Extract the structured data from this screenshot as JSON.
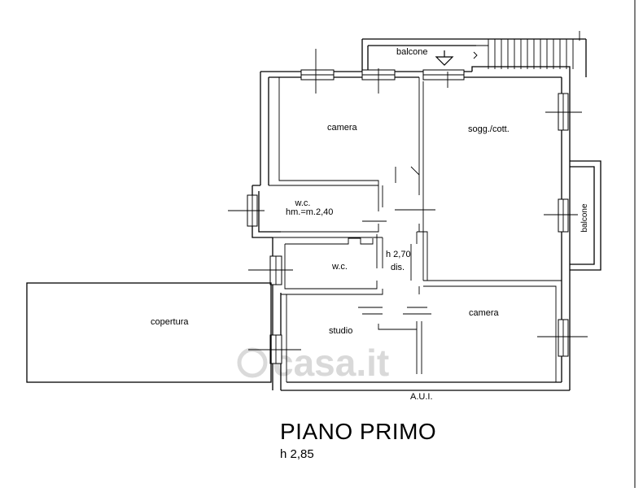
{
  "title": "PIANO PRIMO",
  "height_note": "h 2,85",
  "watermark": "casa.it",
  "rooms": {
    "balcone_top": "balcone",
    "camera_top": "camera",
    "sogg": "sogg./cott.",
    "wc_upper": "w.c.",
    "wc_upper_height": "hm.=m.2,40",
    "balcone_right": "balcone",
    "dis_height": "h 2,70",
    "dis": "dis.",
    "wc_lower": "w.c.",
    "copertura": "copertura",
    "camera_bottom": "camera",
    "studio": "studio"
  },
  "aui": "A.U.I."
}
